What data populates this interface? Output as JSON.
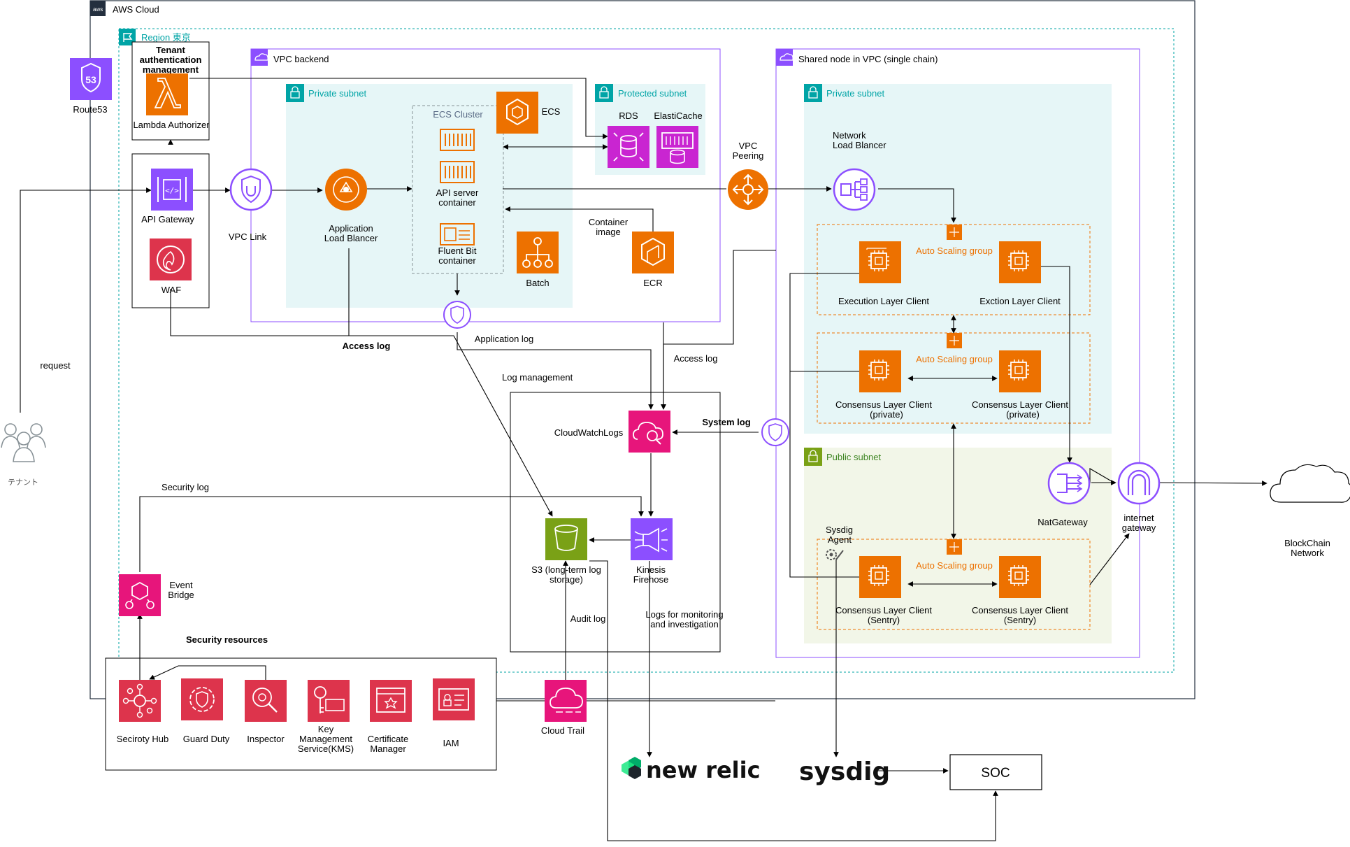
{
  "groups": {
    "aws_cloud": "AWS Cloud",
    "region": "Region 東京",
    "vpc_backend": "VPC backend",
    "private_subnet_backend": "Private subnet",
    "ecs_cluster": "ECS Cluster",
    "protected_subnet": "Protected subnet",
    "shared_vpc": "Shared node in VPC (single chain)",
    "private_subnet_shared": "Private subnet",
    "public_subnet": "Public subnet",
    "asg_1": "Auto Scaling group",
    "asg_2": "Auto Scaling group",
    "asg_3": "Auto Scaling group",
    "log_management": "Log management",
    "security_resources": "Security resources"
  },
  "nodes": {
    "route53": "Route53",
    "tenant_auth": [
      "Tenant",
      "authentication",
      "management"
    ],
    "lambda_authorizer": "Lambda Authorizer",
    "api_gateway": "API Gateway",
    "waf": "WAF",
    "vpc_link": "VPC Link",
    "alb": [
      "Application",
      "Load Blancer"
    ],
    "ecs": "ECS",
    "api_server_container": [
      "API server",
      "container"
    ],
    "fluent_bit_container": [
      "Fluent Bit",
      "container"
    ],
    "batch": "Batch",
    "ecr": "ECR",
    "rds": "RDS",
    "elasticache": "ElastiCache",
    "vpc_peering": [
      "VPC",
      "Peering"
    ],
    "nlb": [
      "Network",
      "Load Blancer"
    ],
    "execution_layer_client_1": "Execution Layer Client",
    "execution_layer_client_2": "Exction Layer Client",
    "consensus_private_1": [
      "Consensus Layer Client",
      "(private)"
    ],
    "consensus_private_2": [
      "Consensus Layer Client",
      "(private)"
    ],
    "consensus_sentry_1": [
      "Consensus Layer Client",
      "(Sentry)"
    ],
    "consensus_sentry_2": [
      "Consensus Layer Client",
      "(Sentry)"
    ],
    "sysdig_agent": [
      "Sysdig",
      "Agent"
    ],
    "nat_gateway": "NatGateway",
    "internet_gateway": [
      "internet",
      "gateway"
    ],
    "blockchain_network": [
      "BlockChain",
      "Network"
    ],
    "cloudwatch_logs": "CloudWatchLogs",
    "kinesis_firehose": [
      "Kinesis",
      "Firehose"
    ],
    "s3": [
      "S3 (long-term log",
      "storage)"
    ],
    "event_bridge": [
      "Event",
      "Bridge"
    ],
    "security_hub": "Seciroty Hub",
    "guard_duty": "Guard Duty",
    "inspector": "Inspector",
    "kms": [
      "Key",
      "Management",
      "Service(KMS)"
    ],
    "certificate_manager": [
      "Certificate",
      "Manager"
    ],
    "iam": "IAM",
    "cloud_trail": "Cloud Trail",
    "tenant": "テナント",
    "new_relic": "new relic",
    "sysdig": "sysdig",
    "soc": "SOC"
  },
  "edge_labels": {
    "request": "request",
    "container_image": [
      "Container",
      "image"
    ],
    "access_log_bold": "Access log",
    "application_log": "Application log",
    "access_log": "Access log",
    "system_log": "System log",
    "security_log": "Security log",
    "audit_log": "Audit log",
    "logs_monitoring": [
      "Logs for monitoring",
      "and investigation"
    ]
  },
  "colors": {
    "orange": "#ED7100",
    "purple": "#8C4FFF",
    "pink": "#E7157B",
    "red": "#DD344C",
    "green": "#7AA116",
    "vpc_border": "#8C4FFF",
    "region_border": "#00A4A6",
    "private_fill": "#E6F6F7",
    "public_fill": "#F2F6E8",
    "asg_border": "#ED7100"
  }
}
